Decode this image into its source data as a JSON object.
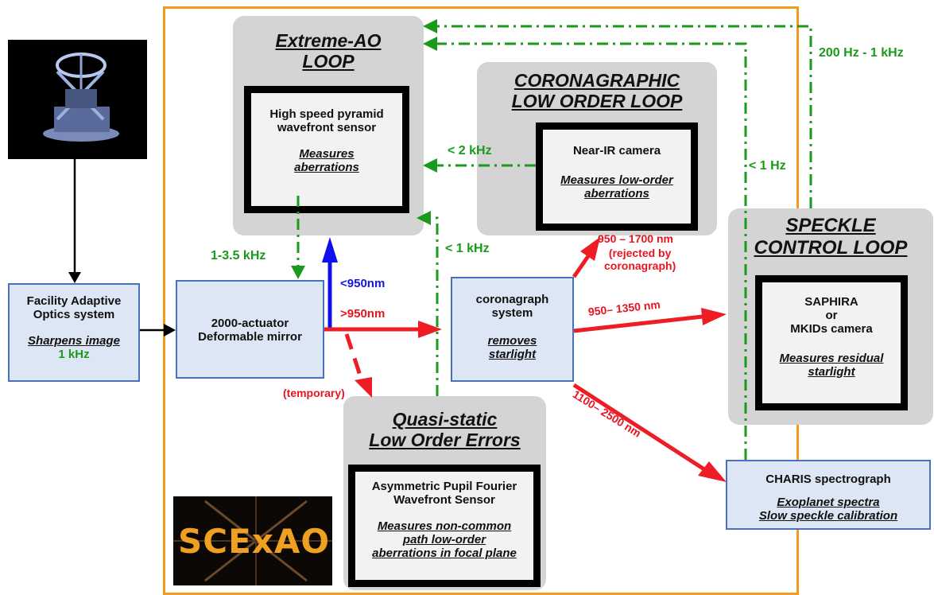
{
  "colors": {
    "orange_frame": "#f29a1c",
    "red_path": "#ee1c25",
    "green_loop": "#1a9a1a",
    "blue_path": "#1010ee",
    "panel_gray": "#d4d4d4",
    "box_blue": "#dde6f4"
  },
  "extreme_ao": {
    "title": [
      "Extreme-AO",
      "LOOP"
    ],
    "box_lines": [
      "High speed pyramid",
      "wavefront sensor"
    ],
    "box_sub": [
      "Measures",
      "aberrations"
    ]
  },
  "coronagraphic": {
    "title": [
      "CORONAGRAPHIC",
      "LOW ORDER LOOP"
    ],
    "box_line": "Near-IR camera",
    "box_sub": [
      "Measures low-order",
      "aberrations"
    ]
  },
  "speckle": {
    "title": [
      "SPECKLE",
      "CONTROL LOOP"
    ],
    "box_lines": [
      "SAPHIRA",
      "or",
      "MKIDs camera"
    ],
    "box_sub": [
      "Measures residual",
      "starlight"
    ]
  },
  "quasi_static": {
    "title": [
      "Quasi-static",
      "Low Order Errors"
    ],
    "box_lines": [
      "Asymmetric Pupil Fourier",
      "Wavefront Sensor"
    ],
    "box_sub": [
      "Measures non-common",
      "path low-order",
      "aberrations in focal plane"
    ]
  },
  "facility_ao": {
    "lines": [
      "Facility Adaptive",
      "Optics system"
    ],
    "sub": "Sharpens image",
    "rate": "1 kHz"
  },
  "dm": {
    "lines": [
      "2000-actuator",
      "Deformable mirror"
    ]
  },
  "coronagraph": {
    "lines": [
      "coronagraph",
      "system"
    ],
    "sub": [
      "removes",
      "starlight"
    ]
  },
  "charis": {
    "line": "CHARIS spectrograph",
    "sub": [
      "Exoplanet spectra",
      "Slow speckle calibration"
    ]
  },
  "logo": {
    "text": "SCExAO"
  },
  "labels": {
    "rate_200hz_1khz": "200 Hz - 1 kHz",
    "rate_lt_2khz": "< 2 kHz",
    "rate_lt_1hz": "< 1 Hz",
    "rate_lt_1khz": "< 1 kHz",
    "rate_1_3_5khz": "1-3.5 kHz",
    "lt_950nm": "<950nm",
    "gt_950nm": ">950nm",
    "temporary": "(temporary)",
    "nm_950_1700": "950 – 1700 nm",
    "rejected": [
      "(rejected by",
      "coronagraph)"
    ],
    "nm_950_1350": "950– 1350 nm",
    "nm_1100_2500": "1100– 2500 nm"
  }
}
